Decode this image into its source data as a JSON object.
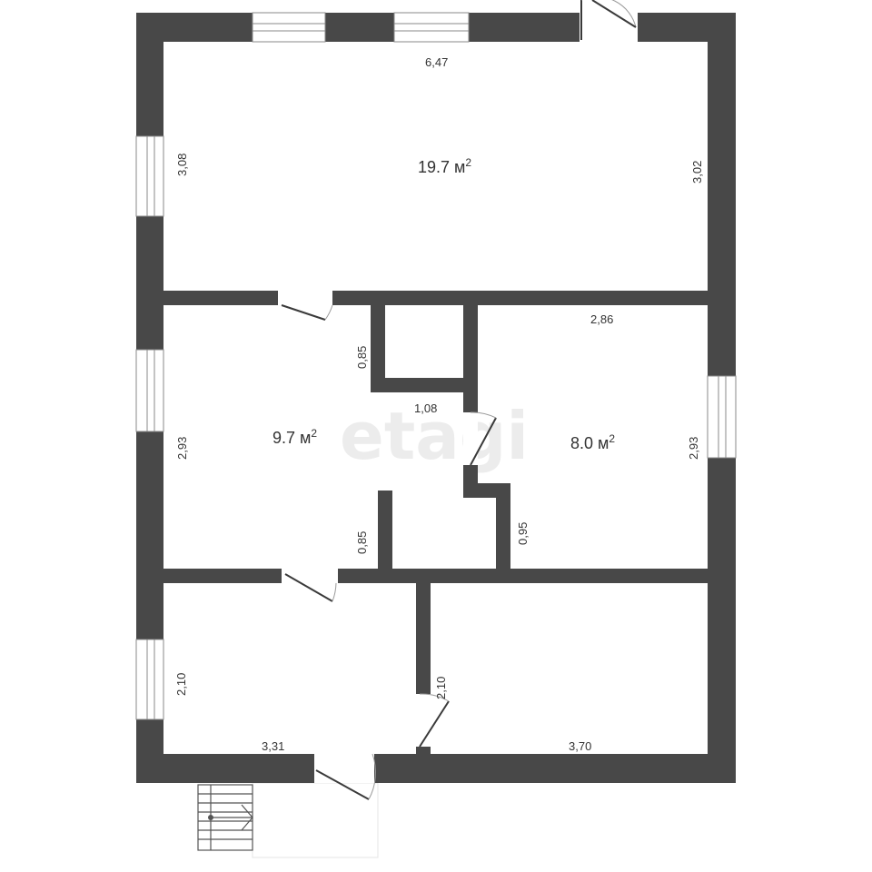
{
  "watermark": "etagi",
  "rooms": [
    {
      "id": "top",
      "area": "19.7 м",
      "sup": "2"
    },
    {
      "id": "left-mid",
      "area": "9.7 м",
      "sup": "2"
    },
    {
      "id": "right-mid",
      "area": "8.0 м",
      "sup": "2"
    }
  ],
  "dimensions": {
    "top_width": "6,47",
    "top_left_height": "3,08",
    "top_right_height": "3,02",
    "right_mid_width": "2,86",
    "closet_height": "0,85",
    "hall_width": "1,08",
    "left_mid_height": "2,93",
    "right_mid_height": "2,93",
    "partition_height": "0,85",
    "step_height": "0,95",
    "bottom_left_height": "2,10",
    "bottom_mid_height": "2,10",
    "bottom_left_width": "3,31",
    "bottom_right_width": "3,70"
  }
}
